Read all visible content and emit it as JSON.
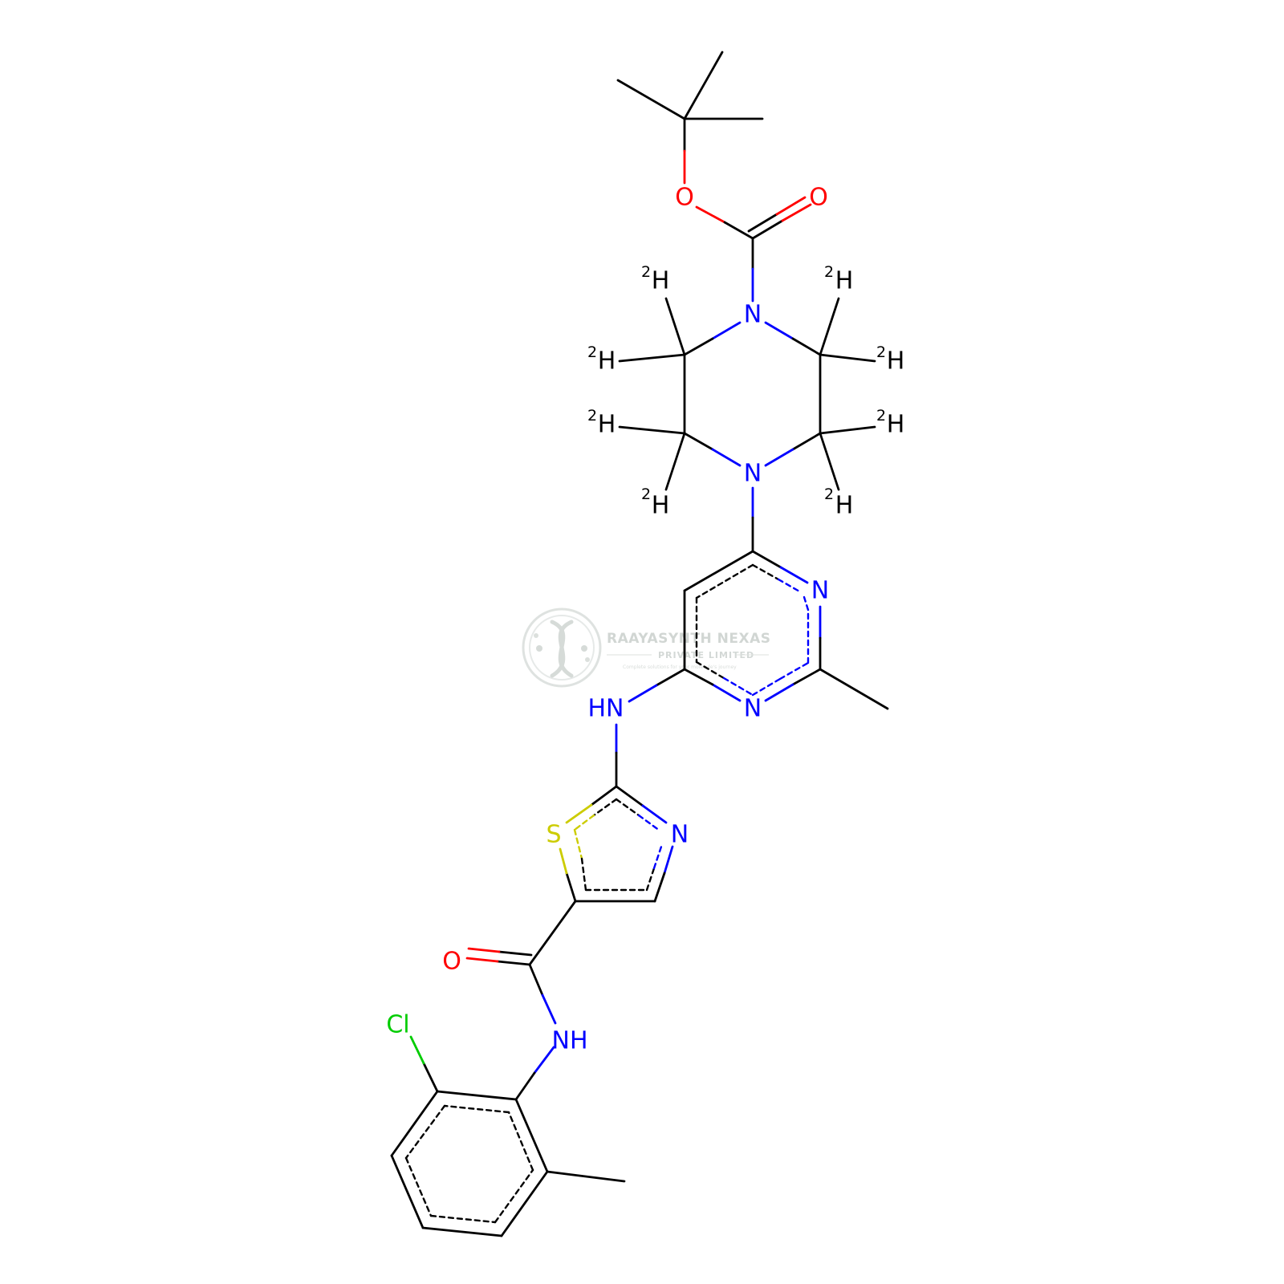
{
  "molecule": {
    "atom_labels": {
      "o_ester": "O",
      "o_carbonyl_top": "O",
      "n_piperazine_top": "N",
      "n_piperazine_bottom": "N",
      "n_pyrimidine_right": "N",
      "n_pyrimidine_bottom": "N",
      "nh_linker": "HN",
      "s_thiazole": "S",
      "n_thiazole": "N",
      "o_amide": "O",
      "nh_amide": "NH",
      "cl": "Cl"
    },
    "deuterium": {
      "mass_number": "2",
      "symbol": "H"
    },
    "colors": {
      "bond": "#000000",
      "nitrogen": "#0000ff",
      "oxygen": "#ff0000",
      "sulfur": "#cccc00",
      "chlorine": "#00cc00"
    }
  },
  "watermark": {
    "company": "RAAYASYNTH NEXAS",
    "subtitle": "PRIVATE LIMITED",
    "tagline": "Complete solutions for your molecule's journey"
  }
}
